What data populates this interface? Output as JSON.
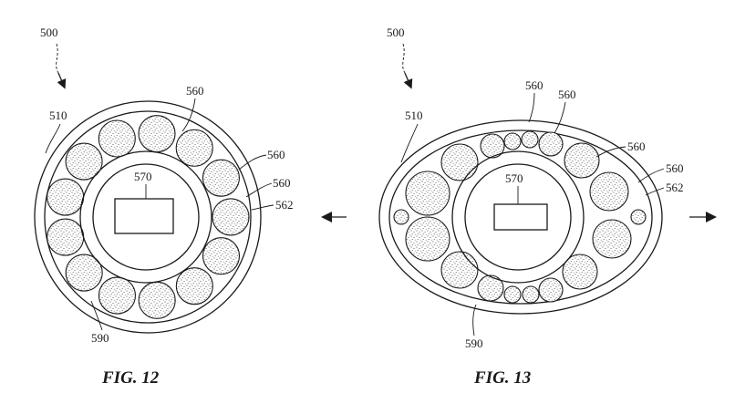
{
  "figures": [
    {
      "caption": "FIG. 12",
      "labels": {
        "assembly": "500",
        "outer_jacket": "510",
        "conductor_a": "560",
        "conductor_b": "560",
        "conductor_c": "560",
        "inner_surface": "562",
        "core_member": "570",
        "filler": "590"
      }
    },
    {
      "caption": "FIG. 13",
      "labels": {
        "assembly": "500",
        "outer_jacket": "510",
        "conductor_a": "560",
        "conductor_b": "560",
        "conductor_c": "560",
        "conductor_d": "560",
        "inner_surface": "562",
        "core_member": "570",
        "filler": "590"
      }
    }
  ]
}
